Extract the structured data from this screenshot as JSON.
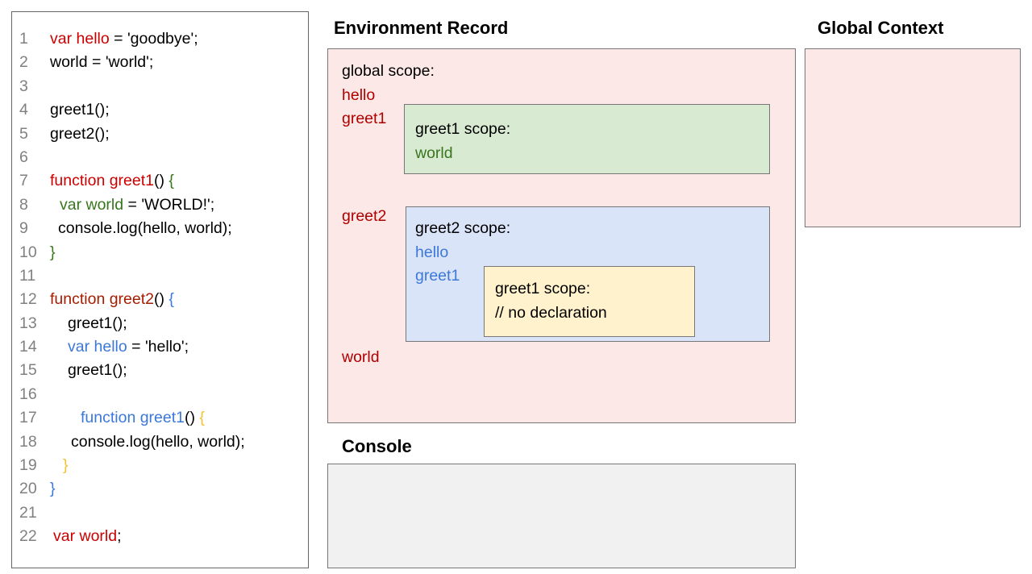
{
  "headings": {
    "environment_record": "Environment Record",
    "global_context": "Global Context",
    "console": "Console"
  },
  "colors": {
    "black": "#000000",
    "line_number_gray": "#808080",
    "red": "#cc0000",
    "dark_red": "#a61c00",
    "env_red": "#b00000",
    "green": "#38761d",
    "blue": "#3c78d8",
    "yellow": "#f1c232",
    "pink_fill": "#fce9e7",
    "green_fill": "#d9ead3",
    "blue_fill": "#d9e4f8",
    "yellow_fill": "#fff2cc",
    "console_fill": "#f1f1f1",
    "border_gray": "#777777"
  },
  "code": {
    "lines": [
      {
        "num": "1",
        "indent": 0,
        "tokens": [
          {
            "t": "var hello",
            "c": "red"
          },
          {
            "t": " = 'goodbye';",
            "c": "black"
          }
        ]
      },
      {
        "num": "2",
        "indent": 0,
        "tokens": [
          {
            "t": "world = 'world';",
            "c": "black"
          }
        ]
      },
      {
        "num": "3",
        "indent": 0,
        "tokens": []
      },
      {
        "num": "4",
        "indent": 0,
        "tokens": [
          {
            "t": "greet1();",
            "c": "black"
          }
        ]
      },
      {
        "num": "5",
        "indent": 0,
        "tokens": [
          {
            "t": "greet2();",
            "c": "black"
          }
        ]
      },
      {
        "num": "6",
        "indent": 0,
        "tokens": []
      },
      {
        "num": "7",
        "indent": 0,
        "tokens": [
          {
            "t": "function greet1",
            "c": "red"
          },
          {
            "t": "() ",
            "c": "black"
          },
          {
            "t": "{",
            "c": "green"
          }
        ]
      },
      {
        "num": "8",
        "indent": 12,
        "tokens": [
          {
            "t": "var world",
            "c": "green"
          },
          {
            "t": " = 'WORLD!';",
            "c": "black"
          }
        ]
      },
      {
        "num": "9",
        "indent": 10,
        "tokens": [
          {
            "t": "console.log(hello, world);",
            "c": "black"
          }
        ]
      },
      {
        "num": "10",
        "indent": 0,
        "tokens": [
          {
            "t": "}",
            "c": "green"
          }
        ]
      },
      {
        "num": "11",
        "indent": 0,
        "tokens": []
      },
      {
        "num": "12",
        "indent": 0,
        "tokens": [
          {
            "t": "function greet2",
            "c": "dark_red"
          },
          {
            "t": "() ",
            "c": "black"
          },
          {
            "t": "{",
            "c": "blue"
          }
        ]
      },
      {
        "num": "13",
        "indent": 22,
        "tokens": [
          {
            "t": "greet1();",
            "c": "black"
          }
        ]
      },
      {
        "num": "14",
        "indent": 22,
        "tokens": [
          {
            "t": "var hello",
            "c": "blue"
          },
          {
            "t": " = 'hello';",
            "c": "black"
          }
        ]
      },
      {
        "num": "15",
        "indent": 22,
        "tokens": [
          {
            "t": "greet1();",
            "c": "black"
          }
        ]
      },
      {
        "num": "16",
        "indent": 0,
        "tokens": []
      },
      {
        "num": "17",
        "indent": 38,
        "tokens": [
          {
            "t": "function greet1",
            "c": "blue"
          },
          {
            "t": "() ",
            "c": "black"
          },
          {
            "t": "{",
            "c": "yellow"
          }
        ]
      },
      {
        "num": "18",
        "indent": 26,
        "tokens": [
          {
            "t": "console.log(hello, world);",
            "c": "black"
          }
        ]
      },
      {
        "num": "19",
        "indent": 16,
        "tokens": [
          {
            "t": "}",
            "c": "yellow"
          }
        ]
      },
      {
        "num": "20",
        "indent": 0,
        "tokens": [
          {
            "t": "}",
            "c": "blue"
          }
        ]
      },
      {
        "num": "21",
        "indent": 0,
        "tokens": []
      },
      {
        "num": "22",
        "indent": 4,
        "tokens": [
          {
            "t": "var world",
            "c": "red"
          },
          {
            "t": ";",
            "c": "black"
          }
        ]
      }
    ]
  },
  "environment_record": {
    "global_scope_label": "global scope:",
    "var_hello": "hello",
    "var_greet1": "greet1",
    "var_greet2": "greet2",
    "var_world": "world",
    "greet1_scope": {
      "title": "greet1 scope:",
      "var_world": "world"
    },
    "greet2_scope": {
      "title": "greet2 scope:",
      "var_hello": "hello",
      "var_greet1": "greet1",
      "inner_greet1_scope": {
        "title": "greet1 scope:",
        "comment": "// no declaration"
      }
    }
  }
}
